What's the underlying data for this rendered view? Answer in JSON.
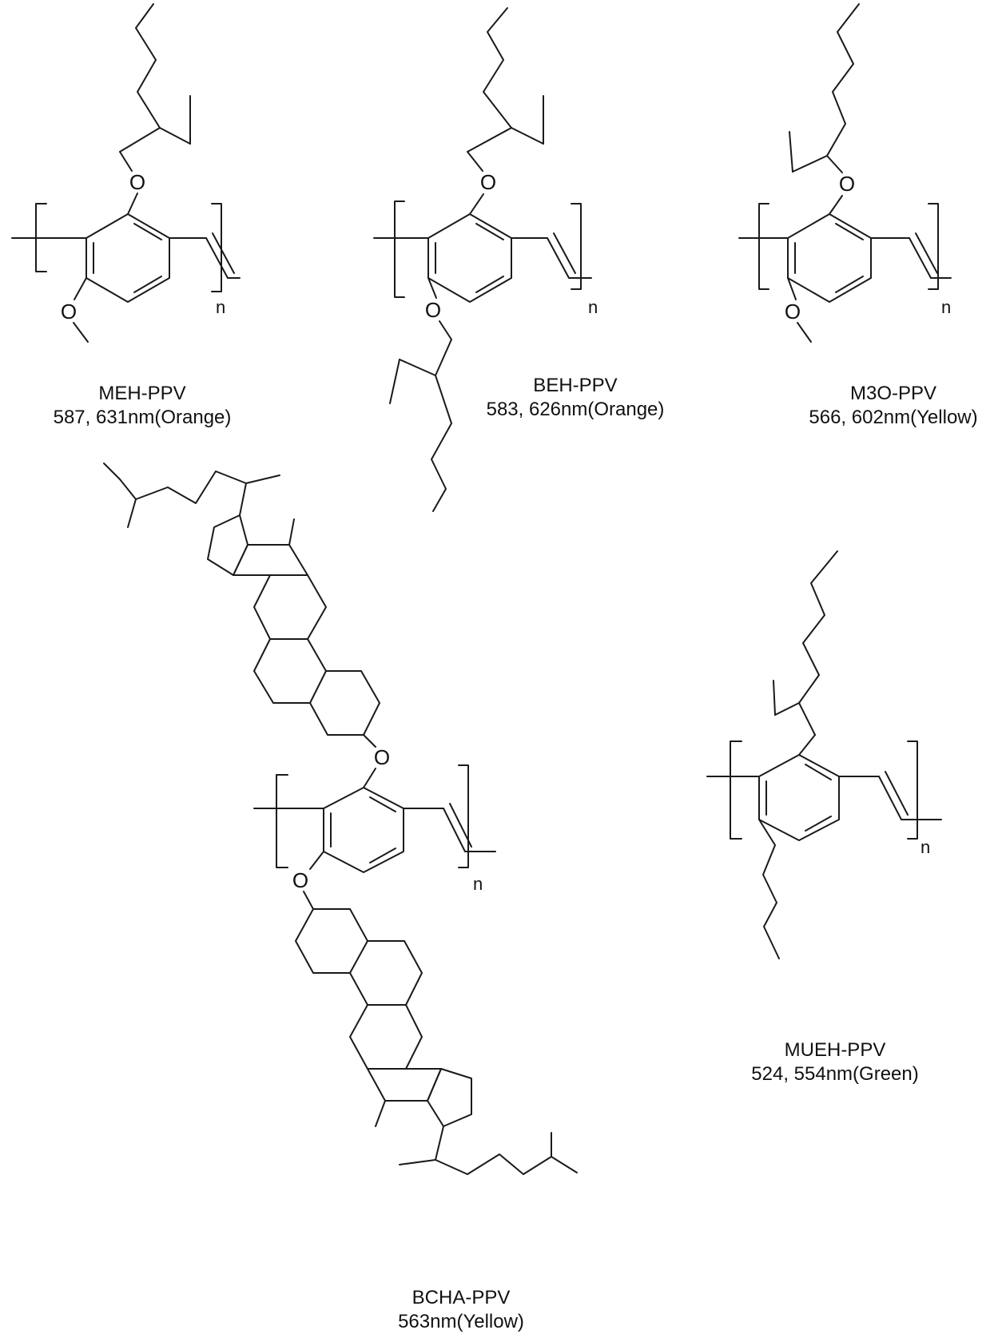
{
  "atoms": {
    "oxygen": "O",
    "repeat_subscript": "n"
  },
  "compounds": [
    {
      "id": "meh",
      "name": "MEH-PPV",
      "emission": "587, 631nm(Orange)"
    },
    {
      "id": "beh",
      "name": "BEH-PPV",
      "emission": "583, 626nm(Orange)"
    },
    {
      "id": "m3o",
      "name": "M3O-PPV",
      "emission": "566, 602nm(Yellow)"
    },
    {
      "id": "bcha",
      "name": "BCHA-PPV",
      "emission": "563nm(Yellow)"
    },
    {
      "id": "mueh",
      "name": "MUEH-PPV",
      "emission": "524, 554nm(Green)"
    }
  ]
}
